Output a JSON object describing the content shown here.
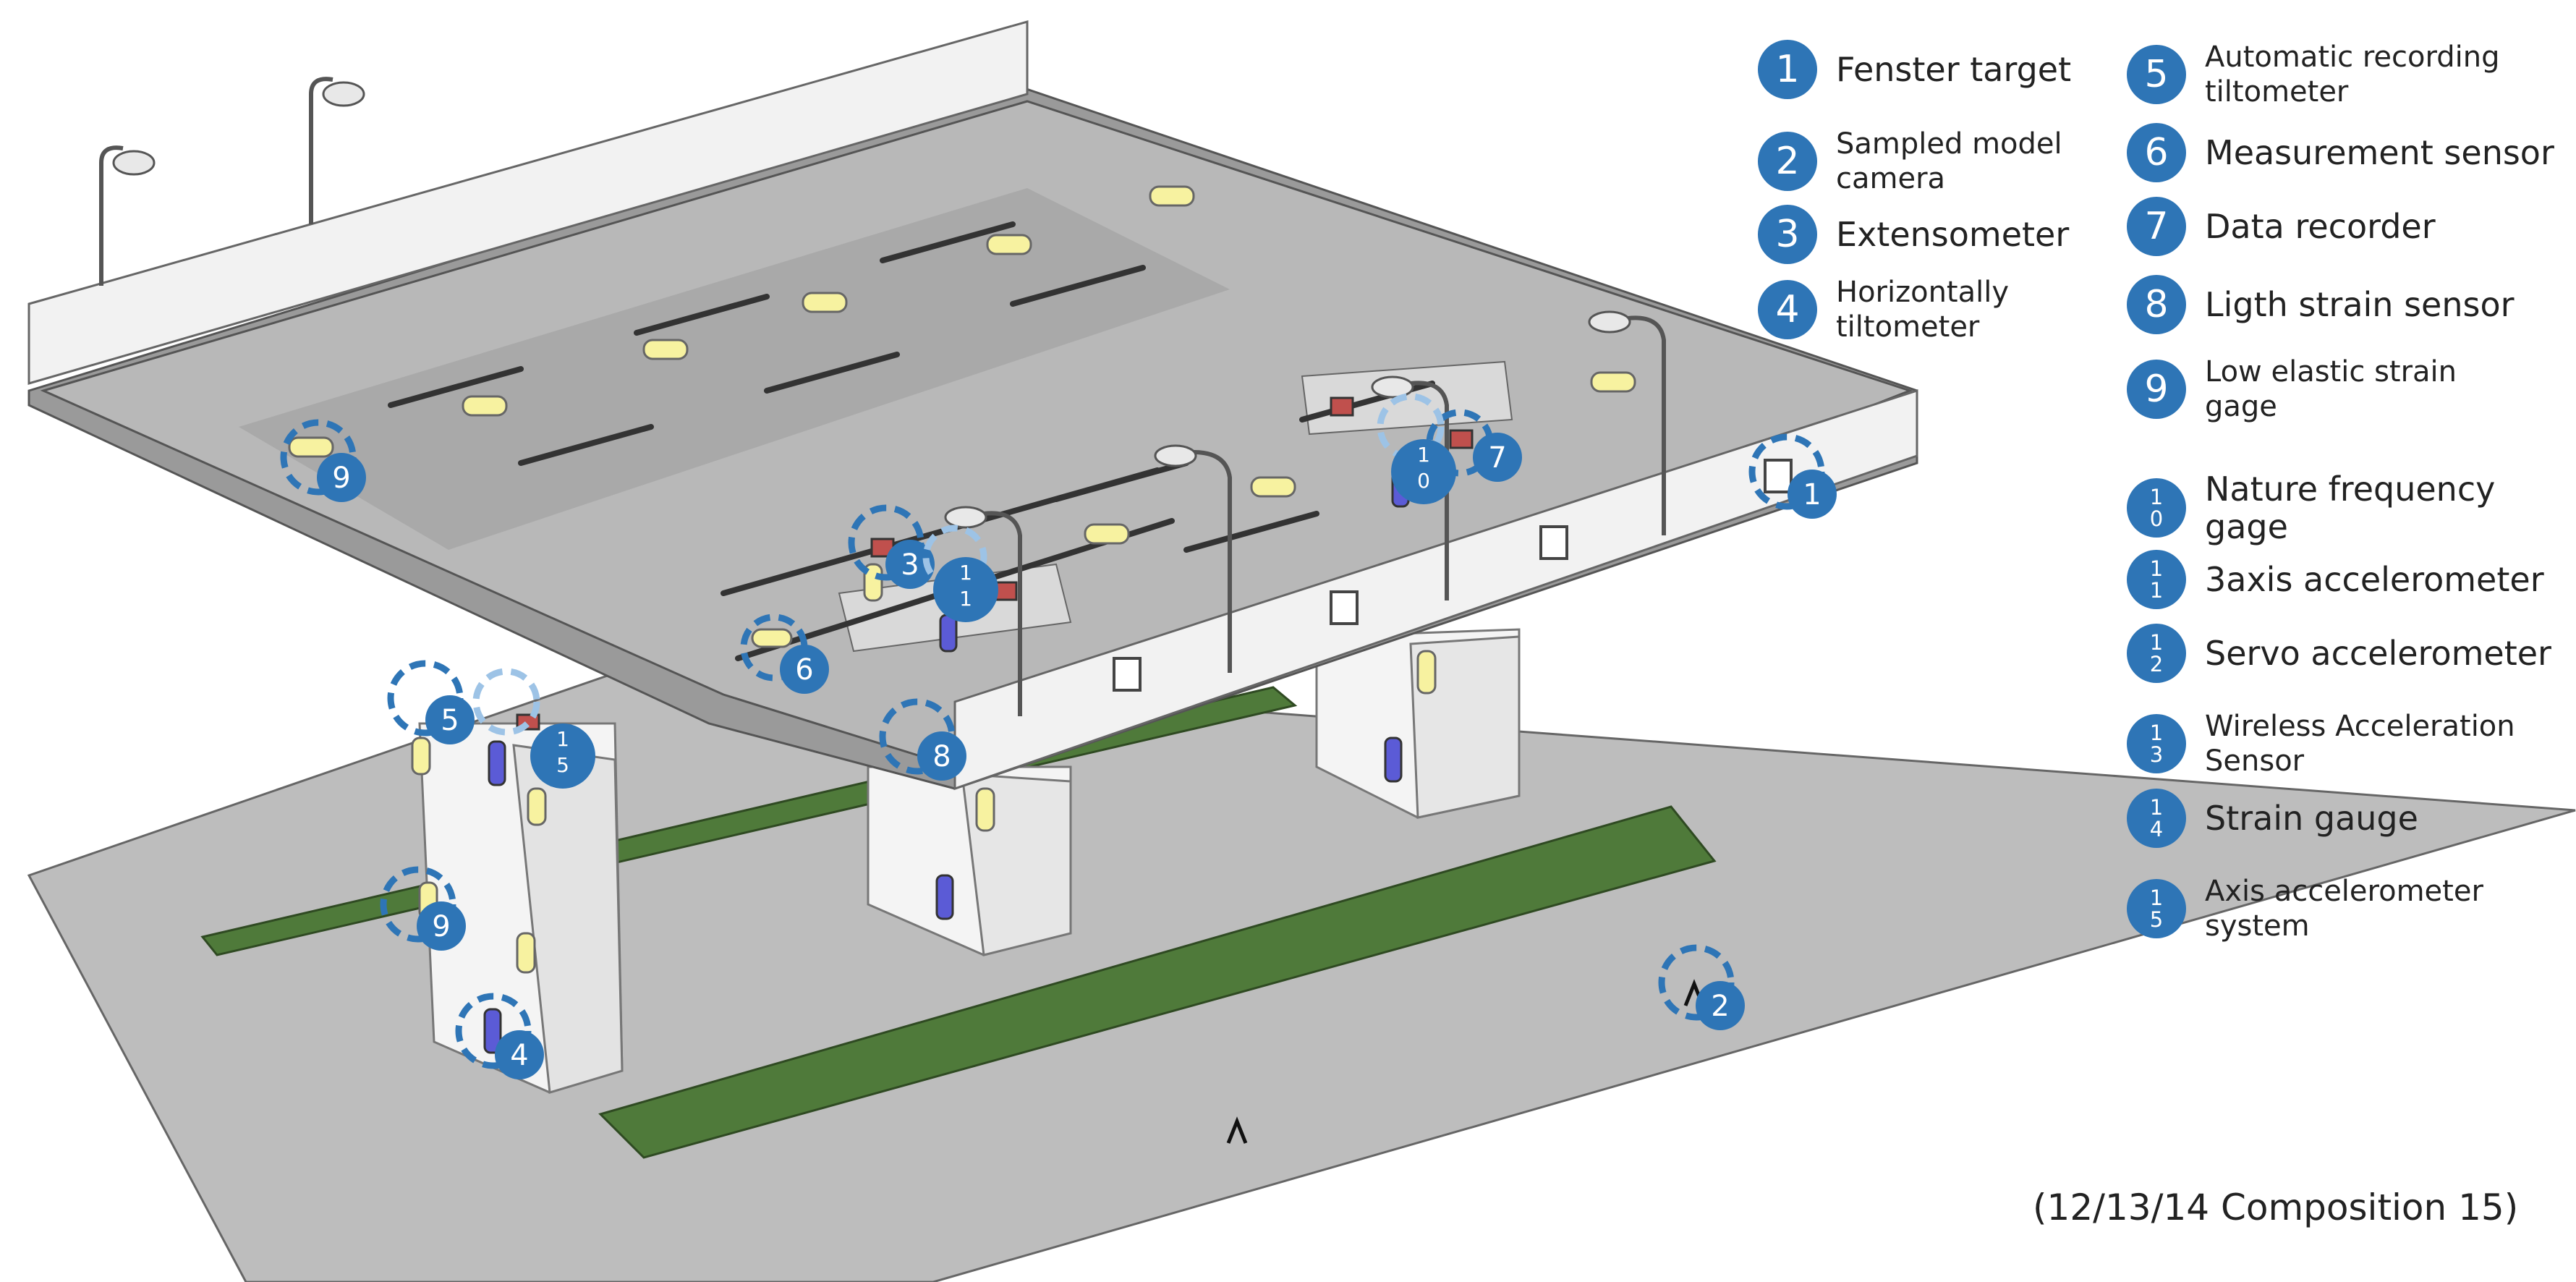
{
  "legend": [
    {
      "num": "1",
      "digits": [
        "1"
      ],
      "label": [
        "Fenster target"
      ]
    },
    {
      "num": "2",
      "digits": [
        "2"
      ],
      "label": [
        "Sampled model",
        "camera"
      ]
    },
    {
      "num": "3",
      "digits": [
        "3"
      ],
      "label": [
        "Extensometer"
      ]
    },
    {
      "num": "4",
      "digits": [
        "4"
      ],
      "label": [
        "Horizontally",
        "tiltometer"
      ]
    },
    {
      "num": "5",
      "digits": [
        "5"
      ],
      "label": [
        "Automatic recording",
        "tiltometer"
      ]
    },
    {
      "num": "6",
      "digits": [
        "6"
      ],
      "label": [
        "Measurement sensor"
      ]
    },
    {
      "num": "7",
      "digits": [
        "7"
      ],
      "label": [
        "Data recorder"
      ]
    },
    {
      "num": "8",
      "digits": [
        "8"
      ],
      "label": [
        "Ligth strain sensor"
      ]
    },
    {
      "num": "9",
      "digits": [
        "9"
      ],
      "label": [
        "Low elastic strain",
        "gage"
      ]
    },
    {
      "num": "10",
      "digits": [
        "1",
        "0"
      ],
      "label": [
        "Nature frequency gage"
      ]
    },
    {
      "num": "11",
      "digits": [
        "1",
        "1"
      ],
      "label": [
        "3axis accelerometer"
      ]
    },
    {
      "num": "12",
      "digits": [
        "1",
        "2"
      ],
      "label": [
        "Servo accelerometer"
      ]
    },
    {
      "num": "13",
      "digits": [
        "1",
        "3"
      ],
      "label": [
        "Wireless Acceleration",
        "Sensor"
      ]
    },
    {
      "num": "14",
      "digits": [
        "1",
        "4"
      ],
      "label": [
        "Strain gauge"
      ]
    },
    {
      "num": "15",
      "digits": [
        "1",
        "5"
      ],
      "label": [
        "Axis accelerometer",
        "system"
      ]
    }
  ],
  "markers": [
    {
      "num": "1",
      "digits": [
        "1"
      ]
    },
    {
      "num": "2",
      "digits": [
        "2"
      ]
    },
    {
      "num": "3",
      "digits": [
        "3"
      ]
    },
    {
      "num": "4",
      "digits": [
        "4"
      ]
    },
    {
      "num": "5",
      "digits": [
        "5"
      ]
    },
    {
      "num": "6",
      "digits": [
        "6"
      ]
    },
    {
      "num": "7",
      "digits": [
        "7"
      ]
    },
    {
      "num": "8",
      "digits": [
        "8"
      ]
    },
    {
      "num": "9",
      "digits": [
        "9"
      ]
    },
    {
      "num": "9",
      "digits": [
        "9"
      ]
    },
    {
      "num": "10",
      "digits": [
        "1",
        "0"
      ]
    },
    {
      "num": "11",
      "digits": [
        "1",
        "1"
      ]
    },
    {
      "num": "15",
      "digits": [
        "1",
        "5"
      ]
    }
  ],
  "caption": "(12/13/14 Composition 15)",
  "colors": {
    "badge": "#2e75b6",
    "ring": "#2e75b6",
    "ring_light": "#9dc3e6",
    "deck": "#b4b4b4",
    "deck_dark": "#8f8f8f",
    "parapet": "#f2f2f2",
    "pier": "#f4f4f4",
    "ground": "#bdbdbd",
    "grass": "#4f7a3a",
    "sensor_yellow": "#f7f2a0",
    "sensor_blue": "#5b5bd6",
    "sensor_red": "#c0504d"
  }
}
